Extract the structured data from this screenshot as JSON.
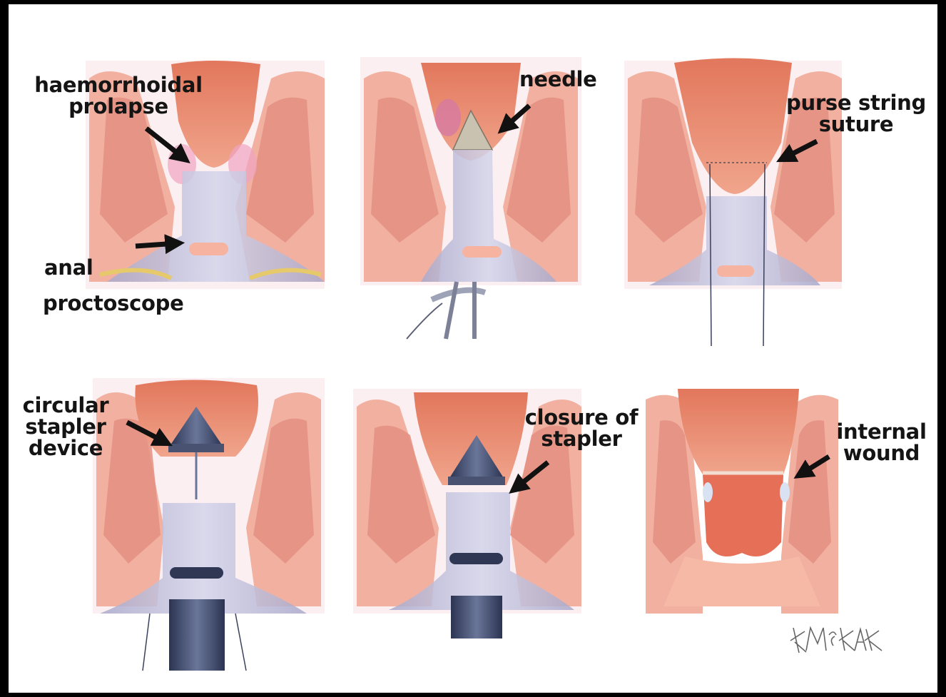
{
  "panels": [
    {
      "id": "panel-1",
      "labels": [
        {
          "key": "haemorrhoidal_prolapse",
          "text": "haemorrhoidal\nprolapse"
        },
        {
          "key": "anal",
          "text": "anal"
        },
        {
          "key": "proctoscope",
          "text": "proctoscope"
        }
      ]
    },
    {
      "id": "panel-2",
      "labels": [
        {
          "key": "needle",
          "text": "needle"
        }
      ]
    },
    {
      "id": "panel-3",
      "labels": [
        {
          "key": "purse_string_suture",
          "text": "purse string\nsuture"
        }
      ]
    },
    {
      "id": "panel-4",
      "labels": [
        {
          "key": "circular_stapler_device",
          "text": "circular\nstapler\ndevice"
        }
      ]
    },
    {
      "id": "panel-5",
      "labels": [
        {
          "key": "closure_of_stapler",
          "text": "closure of\nstapler"
        }
      ]
    },
    {
      "id": "panel-6",
      "labels": [
        {
          "key": "internal_wound",
          "text": "internal\nwound"
        }
      ]
    }
  ],
  "signature": "K McKAY",
  "colors": {
    "background": "#ffffff",
    "border": "#000000",
    "mucosa": "#e9836a",
    "tissue": "#f2b1a0",
    "muscle": "#e48f80",
    "scope": "#b9b9d6",
    "stapler": "#3b4566",
    "label": "#141414"
  }
}
